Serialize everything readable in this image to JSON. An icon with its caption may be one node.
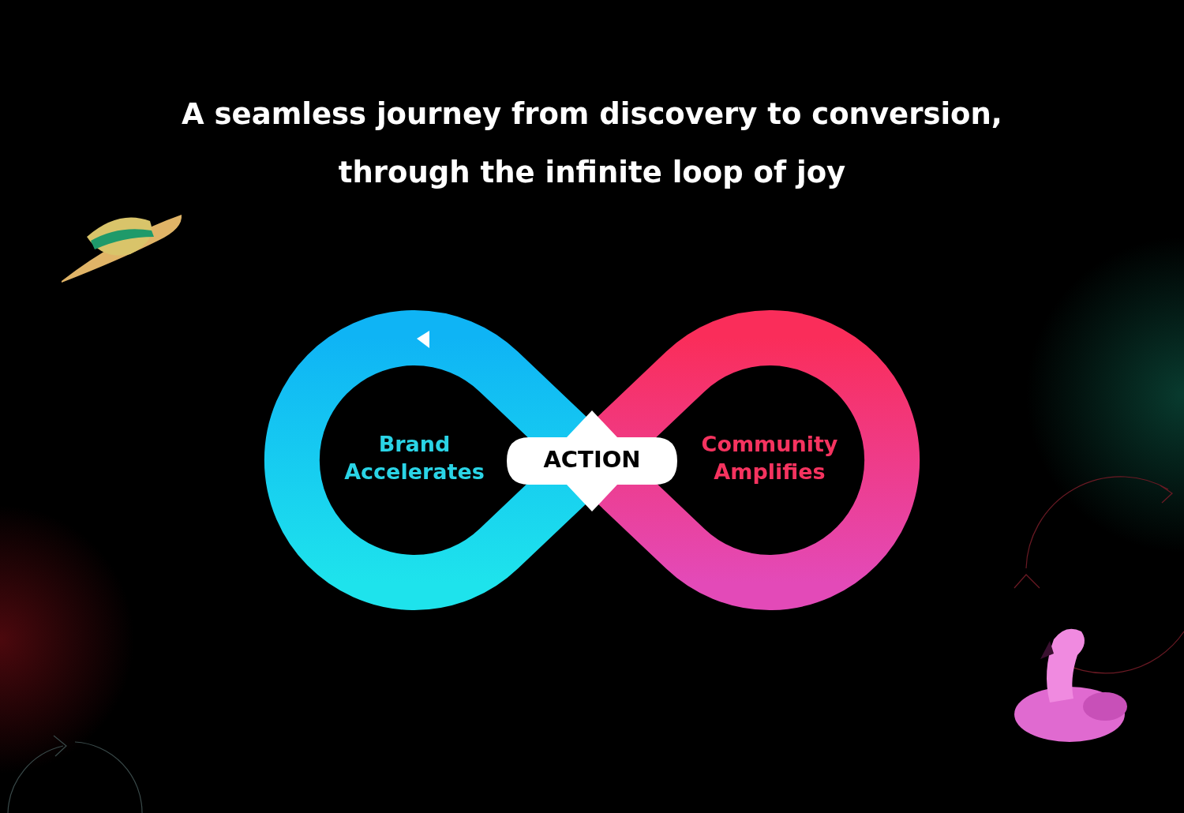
{
  "diagram": {
    "title": "A seamless journey from discovery to conversion, through the infinite loop of joy",
    "nodes": [
      {
        "text": [
          "Brand Accelerates"
        ]
      },
      {
        "text": [
          "ACTION"
        ]
      },
      {
        "text": [
          "Community Amplifies"
        ]
      }
    ]
  }
}
